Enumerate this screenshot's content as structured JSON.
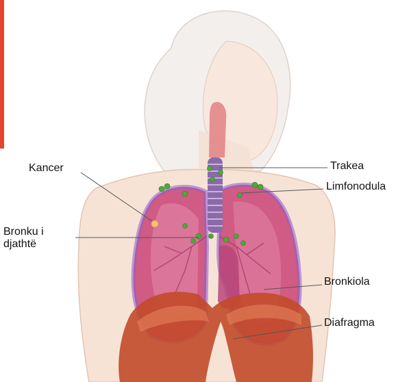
{
  "labels": {
    "kancer": "Kancer",
    "bronku": "Bronku i djathtë",
    "trakea": "Trakea",
    "limfonodula": "Limfonodula",
    "bronkiola": "Bronkiola",
    "diafragma": "Diafragma"
  },
  "colors": {
    "accent_bar": "#e5452c",
    "skin": "#f6e3d6",
    "skin_outline": "#e2c4b2",
    "lung": "#c9507a",
    "lung_light": "#e48aaa",
    "lung_edge": "#8a5fd0",
    "trachea": "#8a6aa8",
    "lymph": "#4fa83a",
    "diaphragm": "#c24a2a",
    "leader": "#555555"
  }
}
